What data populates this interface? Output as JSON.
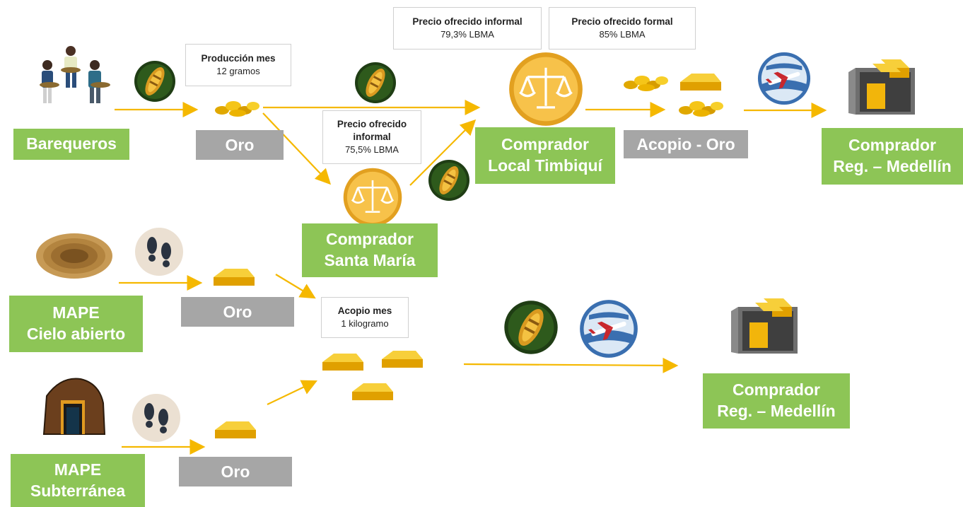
{
  "nodes": {
    "barequeros": "Barequeros",
    "oro_1": "Oro",
    "oro_2": "Oro",
    "oro_3": "Oro",
    "comprador_santa_maria": [
      "Comprador",
      "Santa María"
    ],
    "comprador_local": [
      "Comprador",
      "Local Timbiquí"
    ],
    "acopio_oro": "Acopio - Oro",
    "comprador_reg_1": [
      "Comprador",
      "Reg. – Medellín"
    ],
    "comprador_reg_2": [
      "Comprador",
      "Reg. – Medellín"
    ],
    "mape_cielo": [
      "MAPE",
      "Cielo abierto"
    ],
    "mape_sub": [
      "MAPE",
      "Subterránea"
    ]
  },
  "notes": {
    "produccion": {
      "title": "Producción mes",
      "value": "12 gramos"
    },
    "precio_santa_maria": {
      "title": "Precio ofrecido informal",
      "value": "75,5% LBMA"
    },
    "precio_informal": {
      "title": "Precio ofrecido informal",
      "value": "79,3% LBMA"
    },
    "precio_formal": {
      "title": "Precio ofrecido formal",
      "value": "85% LBMA"
    },
    "acopio_mes": {
      "title": "Acopio mes",
      "value": "1 kilogramo"
    }
  },
  "colors": {
    "green": "#8dc556",
    "gray": "#a6a6a6",
    "arrow": "#f5b800",
    "gold": "#f0b400"
  },
  "icons": [
    "people-icon",
    "boat-icon",
    "gold-nuggets-icon",
    "scale-icon",
    "gold-bars-icon",
    "airplane-icon",
    "safe-icon",
    "open-pit-icon",
    "footprints-icon",
    "mine-tunnel-icon"
  ]
}
